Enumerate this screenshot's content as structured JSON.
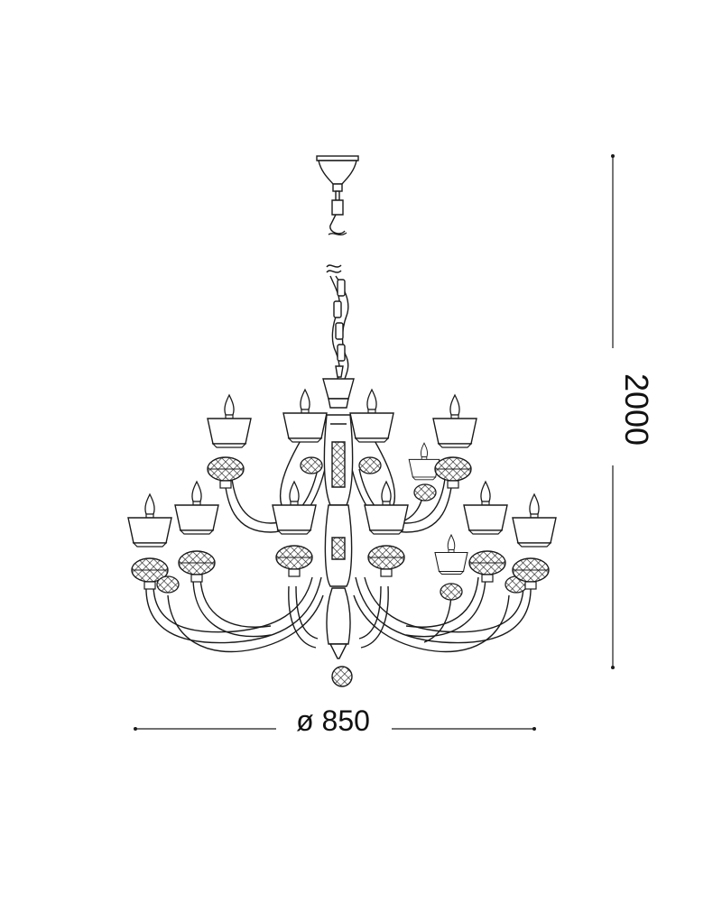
{
  "diagram": {
    "subject": "chandelier-line-drawing",
    "colors": {
      "line": "#1a1a1a",
      "background": "#ffffff"
    },
    "dimensions": {
      "width_label": "ø 850",
      "height_label": "2000"
    }
  }
}
